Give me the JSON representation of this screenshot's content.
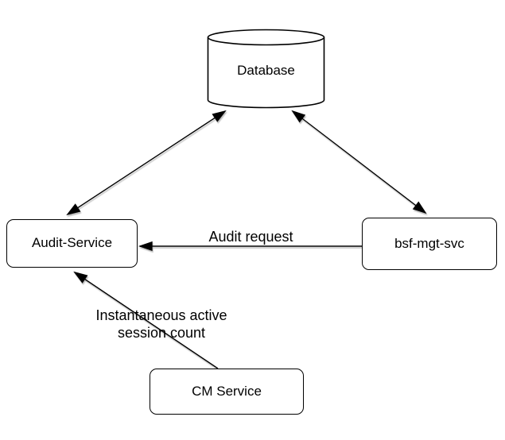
{
  "diagram": {
    "type": "architecture-flow",
    "background": "#ffffff",
    "stroke_color": "#000000",
    "text_color": "#000000",
    "node_fill": "#ffffff",
    "nodes": {
      "database": {
        "label": "Database",
        "shape": "cylinder"
      },
      "audit_service": {
        "label": "Audit-Service",
        "shape": "rounded-rectangle"
      },
      "bsf_mgt_svc": {
        "label": "bsf-mgt-svc",
        "shape": "rounded-rectangle"
      },
      "cm_service": {
        "label": "CM Service",
        "shape": "rounded-rectangle"
      }
    },
    "edges": [
      {
        "from": "Audit-Service",
        "to": "Database",
        "arrows": "both",
        "label": ""
      },
      {
        "from": "bsf-mgt-svc",
        "to": "Database",
        "arrows": "both",
        "label": ""
      },
      {
        "from": "bsf-mgt-svc",
        "to": "Audit-Service",
        "arrows": "to",
        "label": "Audit request"
      },
      {
        "from": "CM Service",
        "to": "Audit-Service",
        "arrows": "to",
        "label": "Instantaneous active session count"
      }
    ]
  }
}
